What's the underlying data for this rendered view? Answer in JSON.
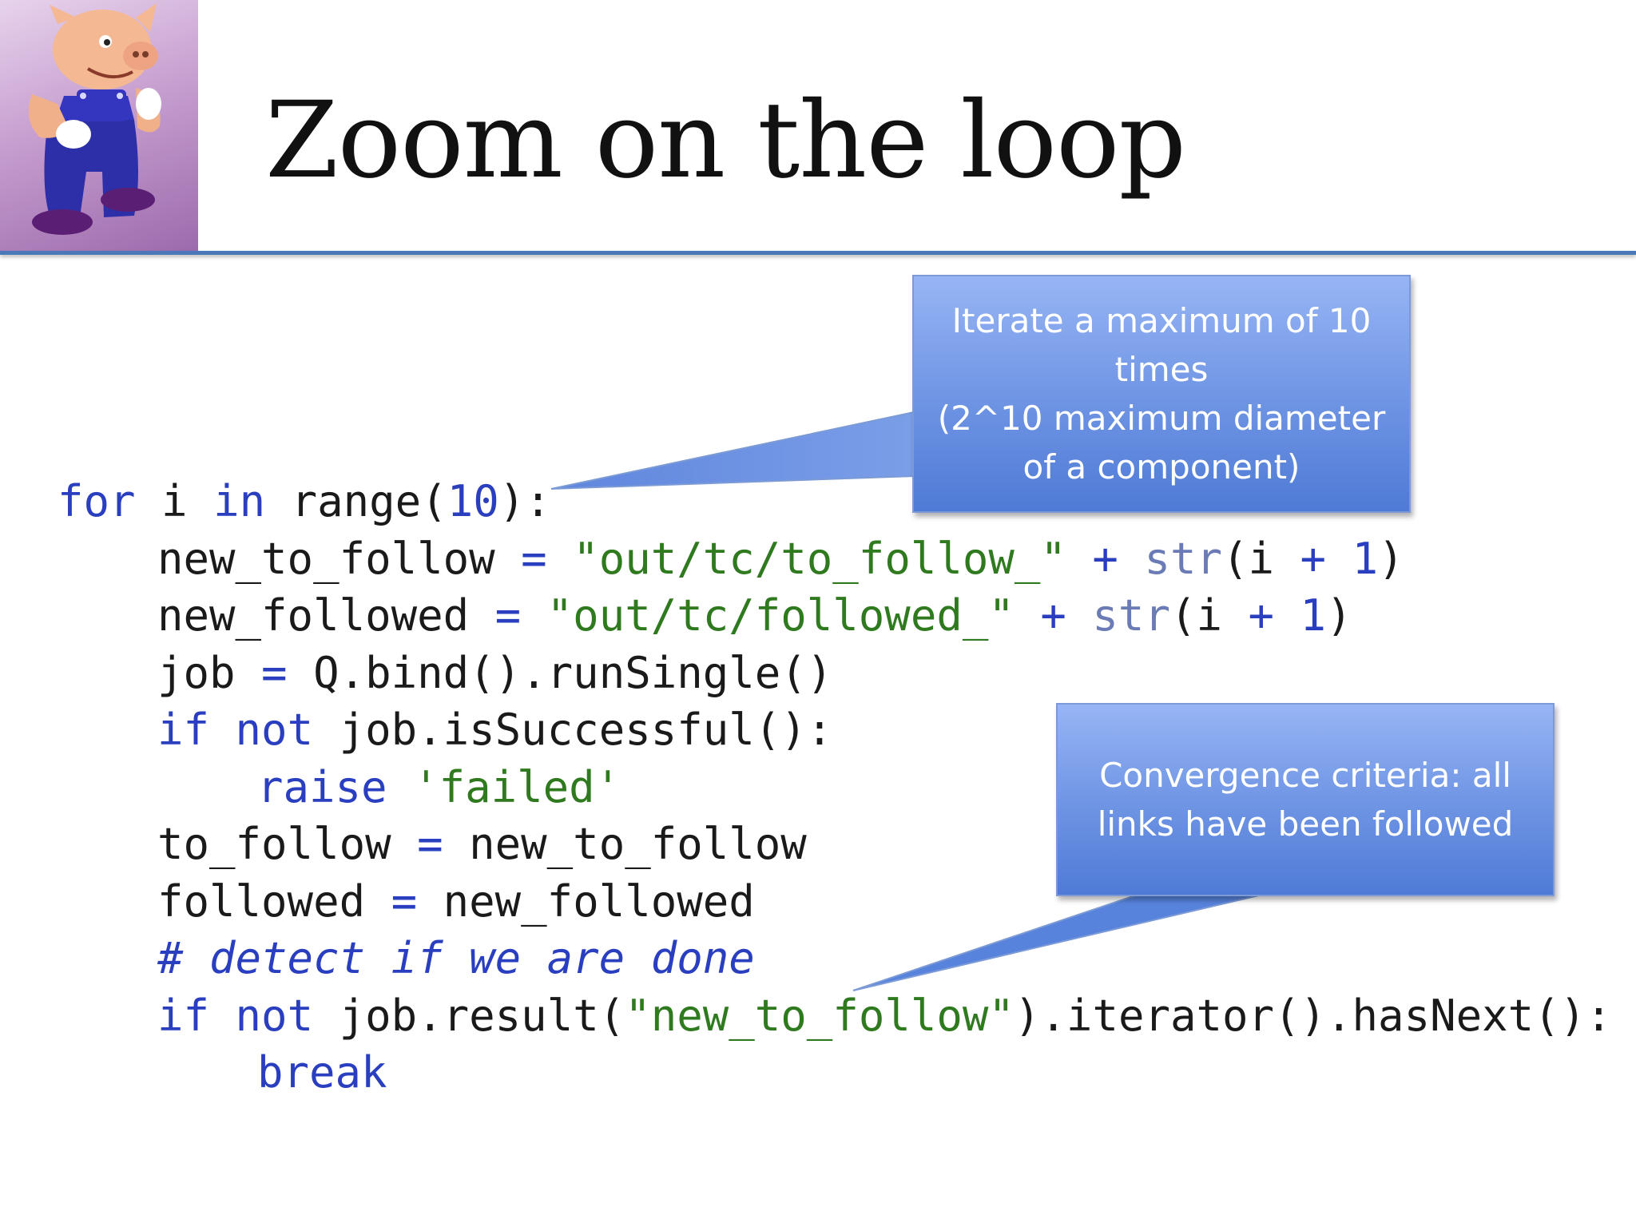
{
  "slide": {
    "title": "Zoom on the loop"
  },
  "logo": {
    "icon": "pig-mascot-icon"
  },
  "code": {
    "lines": [
      [
        {
          "t": "for",
          "c": "kw"
        },
        {
          "t": " i "
        },
        {
          "t": "in",
          "c": "kw"
        },
        {
          "t": " range(",
          "c": ""
        },
        {
          "t": "10",
          "c": "num"
        },
        {
          "t": "):"
        }
      ],
      [
        {
          "t": "new_to_follow "
        },
        {
          "t": "=",
          "c": "op"
        },
        {
          "t": " "
        },
        {
          "t": "\"out/tc/to_follow_\"",
          "c": "str"
        },
        {
          "t": " "
        },
        {
          "t": "+",
          "c": "op"
        },
        {
          "t": " "
        },
        {
          "t": "str",
          "c": "bi"
        },
        {
          "t": "(i "
        },
        {
          "t": "+",
          "c": "op"
        },
        {
          "t": " "
        },
        {
          "t": "1",
          "c": "num"
        },
        {
          "t": ")"
        }
      ],
      [
        {
          "t": "new_followed "
        },
        {
          "t": "=",
          "c": "op"
        },
        {
          "t": " "
        },
        {
          "t": "\"out/tc/followed_\"",
          "c": "str"
        },
        {
          "t": " "
        },
        {
          "t": "+",
          "c": "op"
        },
        {
          "t": " "
        },
        {
          "t": "str",
          "c": "bi"
        },
        {
          "t": "(i "
        },
        {
          "t": "+",
          "c": "op"
        },
        {
          "t": " "
        },
        {
          "t": "1",
          "c": "num"
        },
        {
          "t": ")"
        }
      ],
      [
        {
          "t": "job "
        },
        {
          "t": "=",
          "c": "op"
        },
        {
          "t": " Q.bind().runSingle()"
        }
      ],
      [
        {
          "t": "if",
          "c": "kw"
        },
        {
          "t": " "
        },
        {
          "t": "not",
          "c": "kw"
        },
        {
          "t": " job.isSuccessful():"
        }
      ],
      [
        {
          "t": "raise",
          "c": "kw"
        },
        {
          "t": " "
        },
        {
          "t": "'failed'",
          "c": "str"
        }
      ],
      [
        {
          "t": "to_follow "
        },
        {
          "t": "=",
          "c": "op"
        },
        {
          "t": " new_to_follow"
        }
      ],
      [
        {
          "t": "followed "
        },
        {
          "t": "=",
          "c": "op"
        },
        {
          "t": " new_followed"
        }
      ],
      [
        {
          "t": "# detect if we are done",
          "c": "cm"
        }
      ],
      [
        {
          "t": "if",
          "c": "kw"
        },
        {
          "t": " "
        },
        {
          "t": "not",
          "c": "kw"
        },
        {
          "t": " job.result("
        },
        {
          "t": "\"new_to_follow\"",
          "c": "str"
        },
        {
          "t": ").iterator().hasNext():"
        }
      ],
      [
        {
          "t": "break",
          "c": "kw"
        }
      ]
    ],
    "indents": [
      0,
      1,
      1,
      1,
      1,
      2,
      1,
      1,
      1,
      1,
      2
    ]
  },
  "callouts": {
    "iterate": {
      "lines": [
        "Iterate a maximum of 10",
        "times",
        "(2^10 maximum diameter",
        "of a component)"
      ]
    },
    "convergence": {
      "lines": [
        "Convergence criteria: all",
        "links have been followed"
      ]
    }
  },
  "colors": {
    "keyword": "#2a3fbf",
    "string": "#2f7a1f",
    "callout": "#6d93e3",
    "rule": "#4a78b8"
  }
}
